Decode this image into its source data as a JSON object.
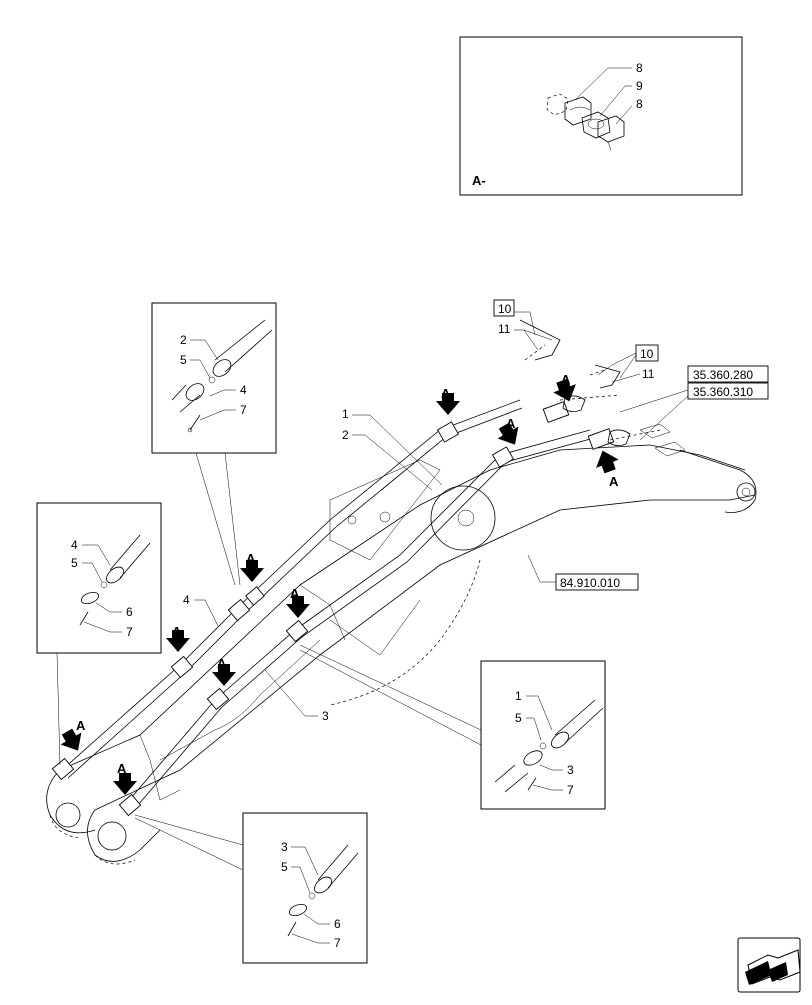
{
  "detail_a_title": "A-",
  "detail_a_parts": [
    "8",
    "9",
    "8"
  ],
  "ref_boxes": [
    "35.360.280",
    "35.360.310",
    "84.910.010"
  ],
  "boxed_ten": "10",
  "view_marker": "A",
  "labels": {
    "p1": "1",
    "p2": "2",
    "p3": "3",
    "p4": "4",
    "p5": "5",
    "p6": "6",
    "p7": "7",
    "p11": "11"
  }
}
